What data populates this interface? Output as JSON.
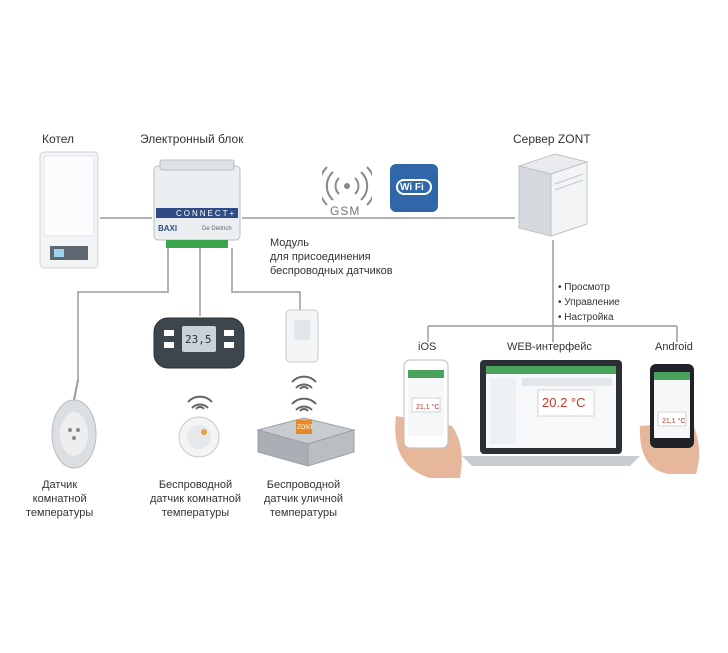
{
  "nodes": {
    "boiler": "Котел",
    "control_block": "Электронный блок",
    "server": "Сервер ZONT",
    "gsm": "GSM",
    "wifi": "Wi Fi",
    "wireless_module": [
      "Модуль",
      "для присоединения",
      "беспроводных датчиков"
    ],
    "server_actions": [
      "Просмотр",
      "Управление",
      "Настройка"
    ],
    "ios": "iOS",
    "web": "WEB-интерфейс",
    "android": "Android",
    "room_sensor": [
      "Датчик",
      "комнатной",
      "температуры"
    ],
    "wireless_room_sensor": [
      "Беспроводной",
      "датчик комнатной",
      "температуры"
    ],
    "wireless_outdoor_sensor": [
      "Беспроводной",
      "датчик уличной",
      "температуры"
    ],
    "block_brand": "CONNECT+",
    "block_logo": "BAXI",
    "block_sub": "De Dietrich",
    "thermostat_display": "23,5",
    "phone_temp": "21,1 °C",
    "laptop_temp": "20.2 °C",
    "android_temp": "21,1 °C",
    "module_label": "ZONT"
  }
}
